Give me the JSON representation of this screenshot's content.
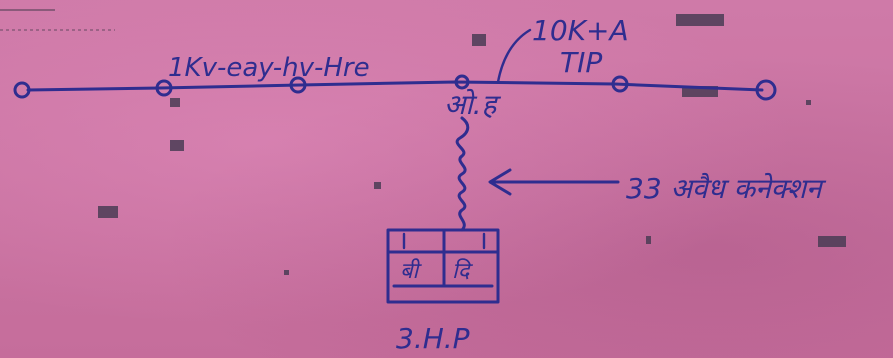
{
  "diagram": {
    "line_label": "1Kv-eay-hv-Hre",
    "pole_label": "ओ.ह",
    "top_right_label_line1": "10K+A",
    "top_right_label_line2": "TIP",
    "arrow_label": "33 अवैध कनेक्शन",
    "box_label_left": "बी",
    "box_label_right": "दि",
    "box_bottom_label": "3.H.P"
  },
  "colors": {
    "paper": "#c9739f",
    "ink": "#2f2d8f"
  }
}
